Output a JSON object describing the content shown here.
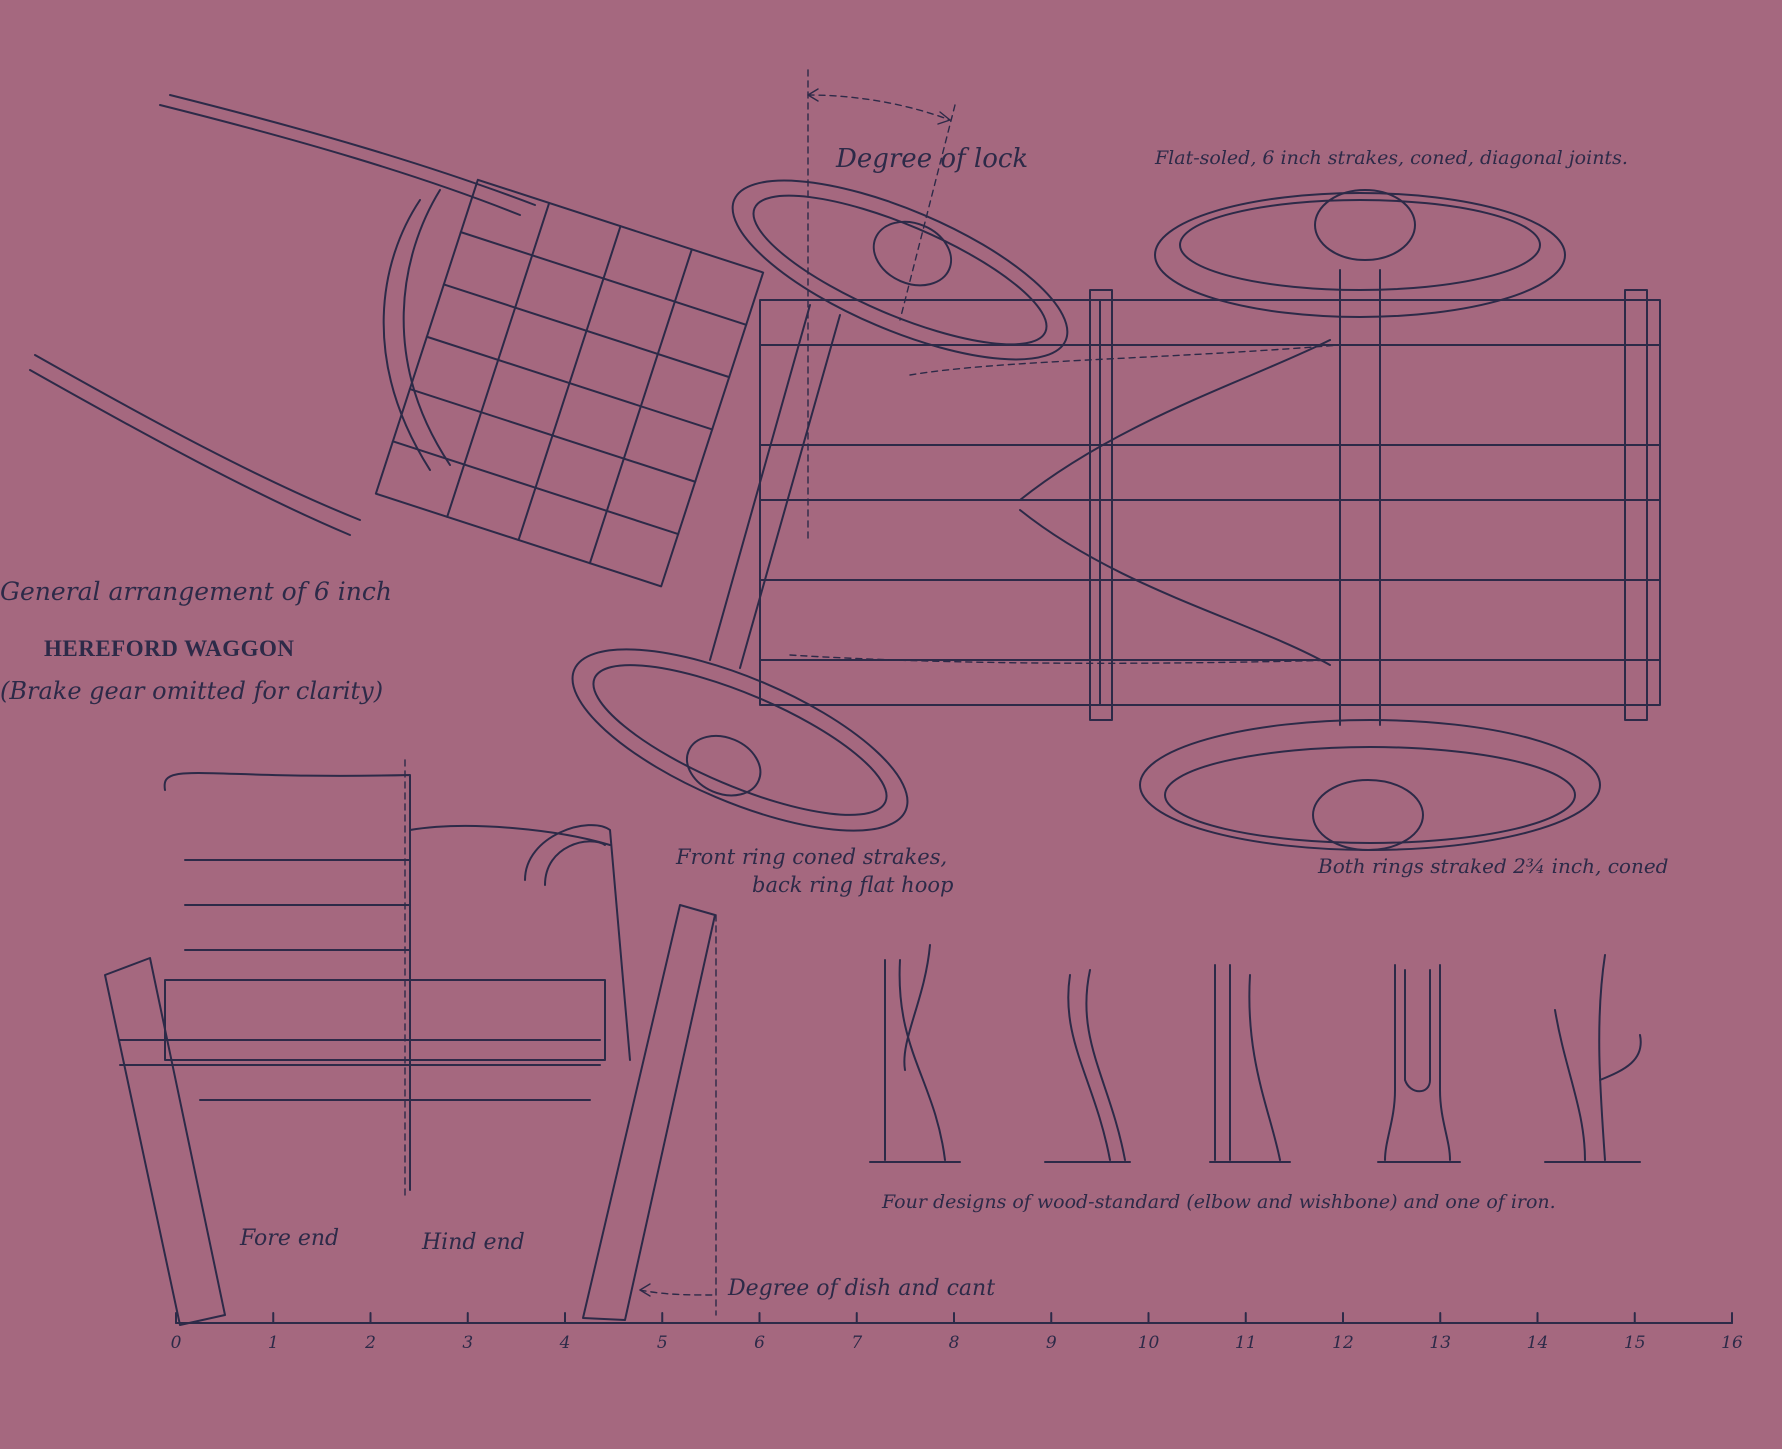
{
  "labels": {
    "degree_of_lock": "Degree of lock",
    "flat_soled": "Flat-soled, 6 inch strakes, coned, diagonal joints.",
    "general_arrangement": "General arrangement of 6 inch",
    "title": "HEREFORD WAGGON",
    "brake_note": "(Brake gear omitted for clarity)",
    "front_ring_line1": "Front ring coned strakes,",
    "front_ring_line2": "back ring flat hoop",
    "both_rings": "Both rings straked 2¾ inch, coned",
    "four_designs": "Four designs of wood-standard (elbow and wishbone) and one of iron.",
    "fore_end": "Fore end",
    "hind_end": "Hind end",
    "dish_and_cant": "Degree of dish and cant"
  },
  "scale": {
    "ticks": [
      "0",
      "1",
      "2",
      "3",
      "4",
      "5",
      "6",
      "7",
      "8",
      "9",
      "10",
      "11",
      "12",
      "13",
      "14",
      "15",
      "16"
    ]
  },
  "colors": {
    "paper": "#a5687f",
    "ink": "#2d2a48"
  }
}
